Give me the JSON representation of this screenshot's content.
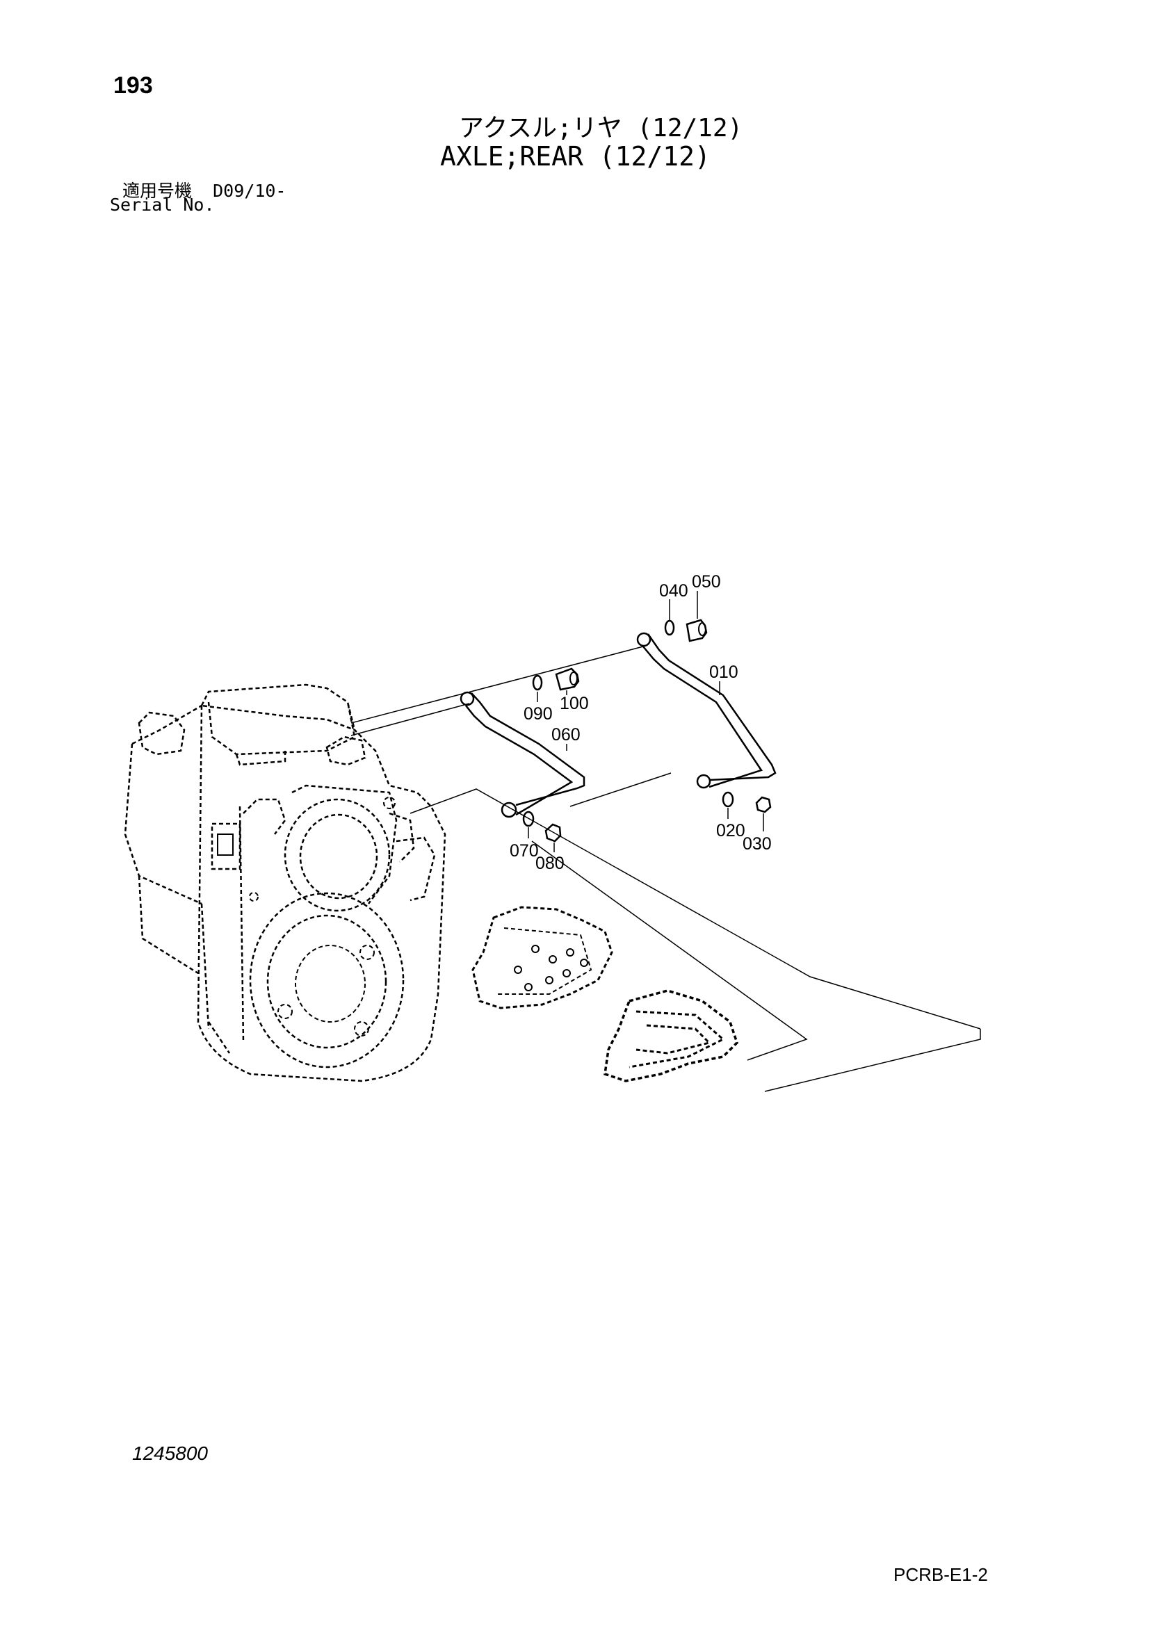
{
  "header": {
    "page_number": "193",
    "title_jp": "アクスル;リヤ (12/12)",
    "title_en": "AXLE;REAR (12/12)",
    "serial_label_jp": "適用号機",
    "serial_value": "D09/10-",
    "serial_label_en": "Serial No."
  },
  "parts": [
    {
      "id": "010",
      "name": "pipe-010"
    },
    {
      "id": "020",
      "name": "ring-020"
    },
    {
      "id": "030",
      "name": "bolt-030"
    },
    {
      "id": "040",
      "name": "ring-040"
    },
    {
      "id": "050",
      "name": "bolt-050"
    },
    {
      "id": "060",
      "name": "pipe-060"
    },
    {
      "id": "070",
      "name": "ring-070"
    },
    {
      "id": "080",
      "name": "bolt-080"
    },
    {
      "id": "090",
      "name": "ring-090"
    },
    {
      "id": "100",
      "name": "bolt-100"
    }
  ],
  "footer": {
    "drawing_number": "1245800",
    "doc_code": "PCRB-E1-2"
  }
}
